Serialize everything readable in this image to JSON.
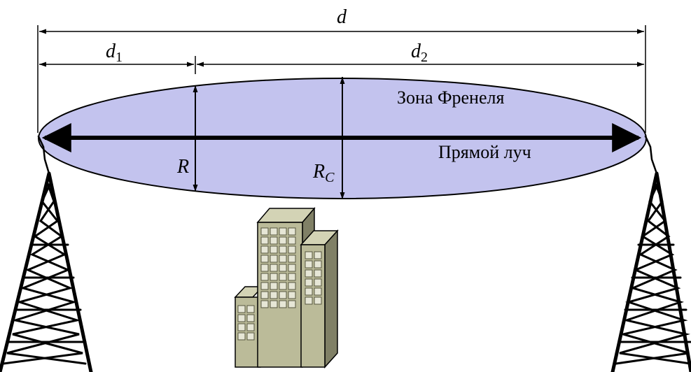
{
  "labels": {
    "d": "d",
    "d1_base": "d",
    "d1_sub": "1",
    "d2_base": "d",
    "d2_sub": "2",
    "fresnel_zone": "Зона Френеля",
    "direct_ray": "Прямой луч",
    "r": "R",
    "rc_base": "R",
    "rc_sub": "C"
  },
  "colors": {
    "ellipse_fill": "#c3c3ee",
    "line": "#000000",
    "building_face": "#bbbb99",
    "building_side": "#808066",
    "window_fill": "#e6e6d6"
  },
  "icons": {
    "left_tower": "radio-tower-icon",
    "right_tower": "radio-tower-icon",
    "building": "building-icon"
  }
}
